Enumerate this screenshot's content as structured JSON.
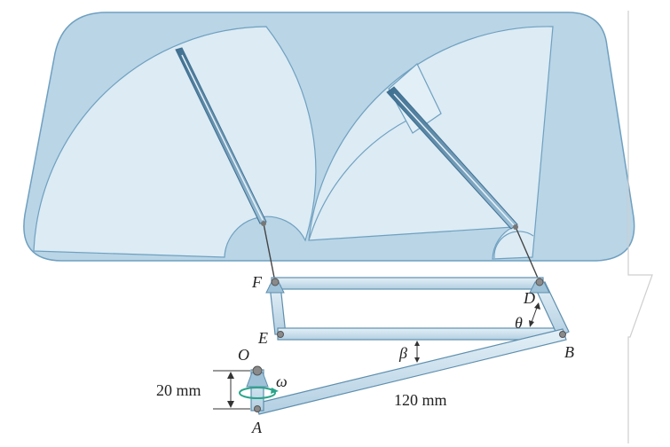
{
  "diagram": {
    "point_labels": {
      "F": "F",
      "D": "D",
      "E": "E",
      "B": "B",
      "O": "O",
      "A": "A"
    },
    "angle_labels": {
      "theta": "θ",
      "beta": "β",
      "omega": "ω"
    },
    "dimensions": {
      "crank_length": "20 mm",
      "coupler_length": "120 mm"
    },
    "colors": {
      "windshield_fill": "#b9d5e6",
      "windshield_stroke": "#6fa0c0",
      "wiper_area_fill": "#dcebf4",
      "link_fill": "#cfe2ee",
      "link_stroke": "#5f8fae",
      "omega_arrow": "#2aa58a"
    }
  }
}
